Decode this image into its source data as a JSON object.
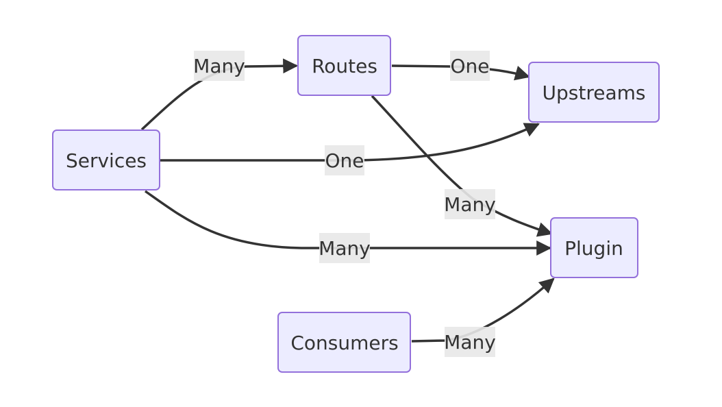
{
  "diagram": {
    "nodes": {
      "services": "Services",
      "routes": "Routes",
      "upstreams": "Upstreams",
      "plugin": "Plugin",
      "consumers": "Consumers"
    },
    "edges": [
      {
        "from": "Services",
        "to": "Routes",
        "label": "Many"
      },
      {
        "from": "Routes",
        "to": "Upstreams",
        "label": "One"
      },
      {
        "from": "Services",
        "to": "Upstreams",
        "label": "One"
      },
      {
        "from": "Routes",
        "to": "Plugin",
        "label": "Many"
      },
      {
        "from": "Services",
        "to": "Plugin",
        "label": "Many"
      },
      {
        "from": "Consumers",
        "to": "Plugin",
        "label": "Many"
      }
    ],
    "colors": {
      "node_fill": "#ECECFF",
      "node_stroke": "#9370DB",
      "edge": "#333333",
      "label_bg": "#e8e8e8"
    }
  }
}
